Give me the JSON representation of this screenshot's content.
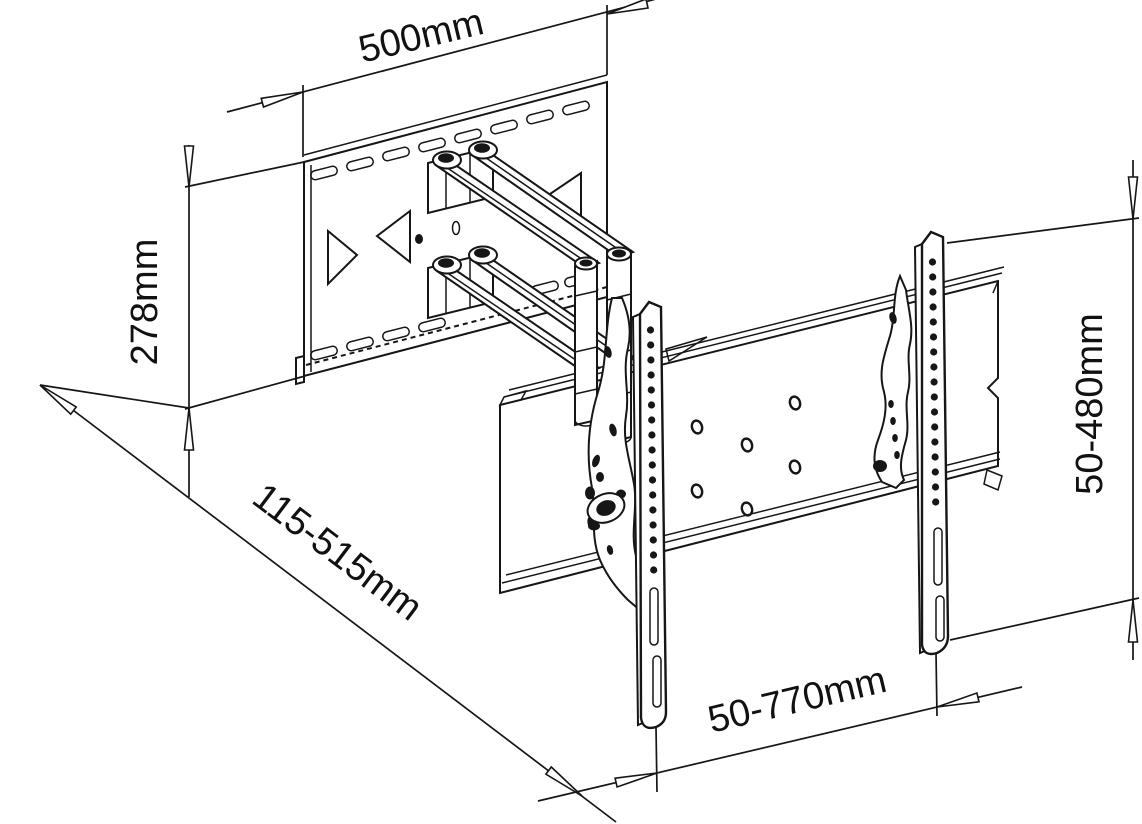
{
  "drawing": {
    "dimension_labels": {
      "top_width": "500mm",
      "left_height": "278mm",
      "diagonal_depth": "115-515mm",
      "right_height": "50-480mm",
      "bottom_width": "50-770mm"
    },
    "colors": {
      "line": "#161616",
      "background": "#ffffff"
    }
  }
}
